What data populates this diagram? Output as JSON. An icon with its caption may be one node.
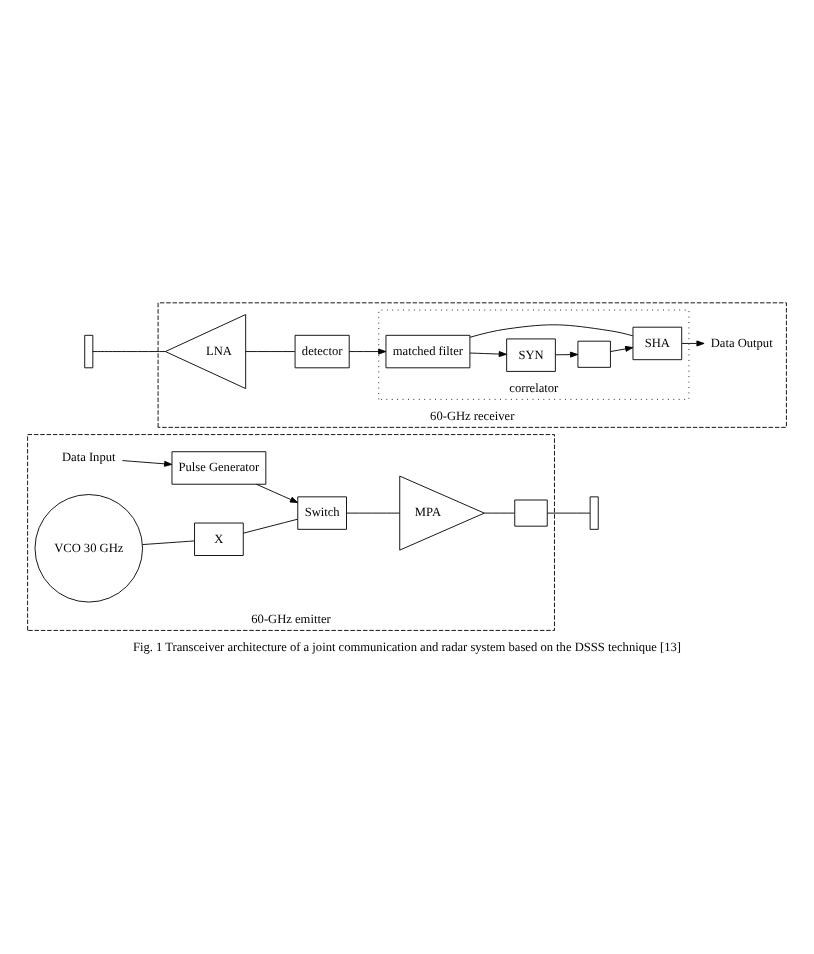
{
  "diagram": {
    "caption": "Fig. 1 Transceiver architecture of a joint communication and radar system based on the DSSS technique [13]",
    "nodes": [
      {
        "text": [
          "60-GHz emitter"
        ]
      },
      {
        "text": [
          "Data Input"
        ],
        "in": 0
      },
      {
        "text": [
          "Pulse Generator"
        ],
        "in": 0
      },
      {
        "text": [
          "VCO 30 GHz"
        ],
        "in": 0
      },
      {
        "text": [
          "X"
        ],
        "in": 0
      },
      {
        "text": [
          "Switch"
        ],
        "in": 0
      },
      {
        "text": [
          "MPA"
        ],
        "in": 0
      },
      {
        "text": [],
        "shape": "box",
        "in": 0
      },
      {
        "text": [],
        "shape": "bar"
      },
      {
        "text": [
          "60-GHz receiver"
        ]
      },
      {
        "text": [
          "correlator"
        ],
        "in": 9
      },
      {
        "text": [],
        "shape": "box",
        "in": 10
      },
      {
        "text": [
          "SYN"
        ],
        "in": 10
      },
      {
        "text": [
          "SHA"
        ],
        "in": 10
      },
      {
        "text": [
          "matched filter"
        ],
        "in": 10
      },
      {
        "text": [
          "detector"
        ],
        "in": 9
      },
      {
        "text": [
          "LNA"
        ],
        "in": 9
      },
      {
        "text": [],
        "shape": "bar"
      },
      {
        "text": [
          "Data Output"
        ],
        "in": 9
      }
    ],
    "edges": [
      {
        "from": 1,
        "to": 2,
        "arrow": "to"
      },
      {
        "from": 2,
        "to": 5,
        "arrow": "to"
      },
      {
        "from": 3,
        "to": 4,
        "arrow": "none"
      },
      {
        "from": 4,
        "to": 5,
        "arrow": "none"
      },
      {
        "from": 5,
        "to": 6,
        "arrow": "none"
      },
      {
        "from": 6,
        "to": 7,
        "arrow": "none"
      },
      {
        "from": 7,
        "to": 8,
        "arrow": "none"
      },
      {
        "from": 17,
        "to": 16,
        "arrow": "none"
      },
      {
        "from": 16,
        "to": 15,
        "arrow": "none"
      },
      {
        "from": 15,
        "to": 14,
        "arrow": "to"
      },
      {
        "from": 14,
        "to": 12,
        "arrow": "to"
      },
      {
        "from": 12,
        "to": 11,
        "arrow": "to"
      },
      {
        "from": 11,
        "to": 13,
        "arrow": "to"
      },
      {
        "from": 14,
        "to": 13,
        "arrow": "none"
      },
      {
        "from": 13,
        "to": 18,
        "arrow": "to"
      }
    ]
  }
}
